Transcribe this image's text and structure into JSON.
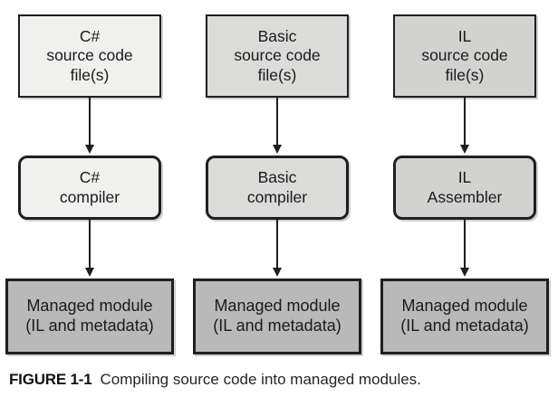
{
  "figure": {
    "caption": {
      "label": "FIGURE 1-1",
      "text": "Compiling source code into managed modules."
    }
  },
  "columns": [
    {
      "name": "csharp",
      "source": "C#\nsource code\nfile(s)",
      "tool": "C#\ncompiler",
      "output": "Managed module\n(IL and metadata)"
    },
    {
      "name": "basic",
      "source": "Basic\nsource code\nfile(s)",
      "tool": "Basic\ncompiler",
      "output": "Managed module\n(IL and metadata)"
    },
    {
      "name": "il",
      "source": "IL\nsource code\nfile(s)",
      "tool": "IL\nAssembler",
      "output": "Managed module\n(IL and metadata)"
    }
  ],
  "colors": {
    "background": "#ffffff",
    "border": "#1f1f1f",
    "text": "#1a1a1a",
    "arrow": "#1f1f1f",
    "csharp_fill": "#f0f0ef",
    "basic_fill": "#dbdbda",
    "il_fill": "#d2d2d1",
    "managed_fill": "#b9b9b9"
  }
}
